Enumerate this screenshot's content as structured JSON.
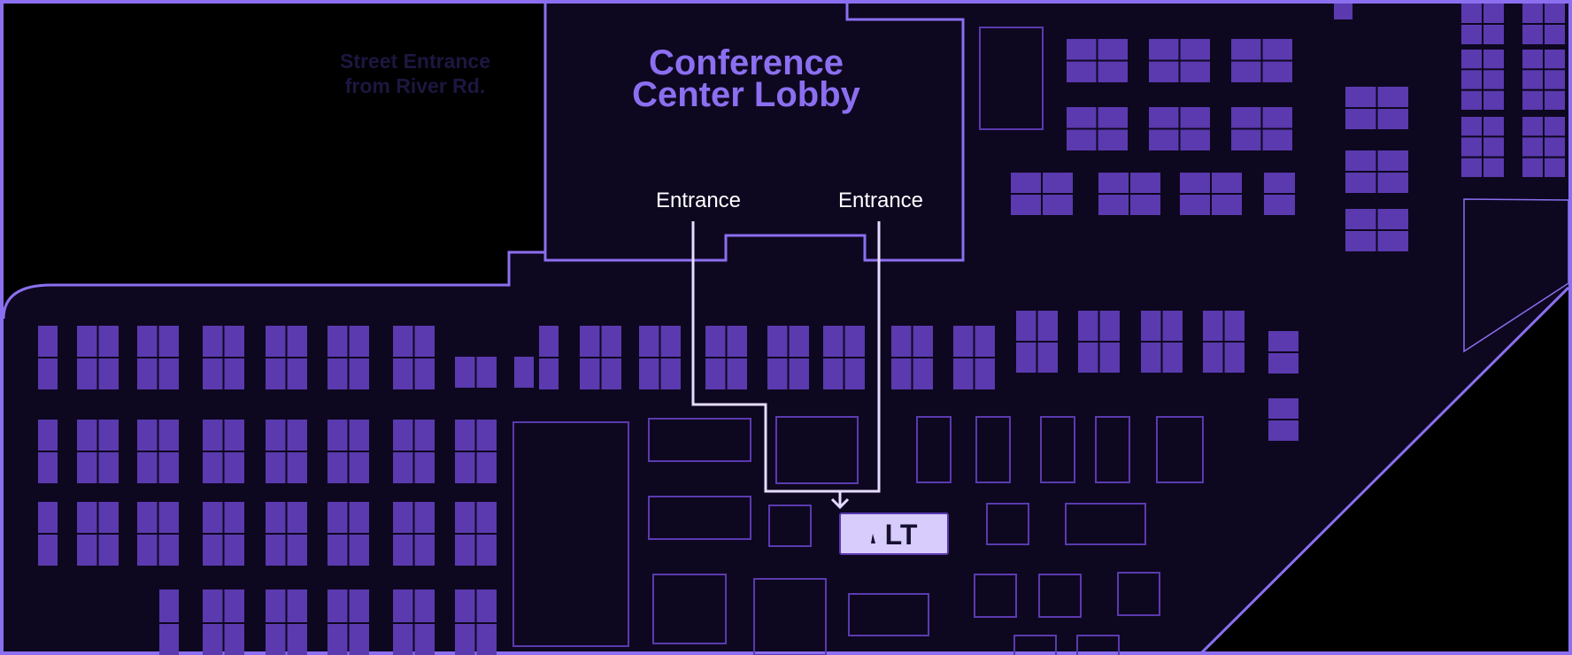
{
  "colors": {
    "background": "#000000",
    "floor": "#0e0720",
    "accent": "#8b6ff0",
    "booth": "#5a3aae",
    "path": "#e6dcff",
    "booth_highlight": "#d8ccfd",
    "muted_text": "#1e1640",
    "white_text": "#ffffff",
    "logo_text": "#15102e"
  },
  "map": {
    "street_entrance_label_line1": "Street Entrance",
    "street_entrance_label_line2": "from River Rd.",
    "lobby_title_line1": "Conference",
    "lobby_title_line2": "Center Lobby",
    "entrance_left": "Entrance",
    "entrance_right": "Entrance",
    "highlight_booth_label": "ALT",
    "highlight_booth_icon": "alt-logo-icon",
    "path_arrow_icon": "arrow-down-icon"
  }
}
